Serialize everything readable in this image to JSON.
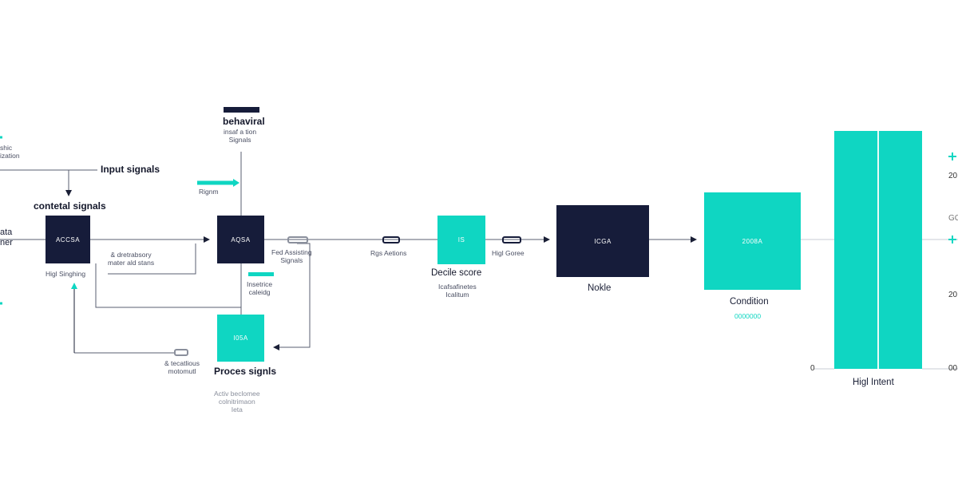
{
  "nodes": {
    "aqsa_left": "ACCSA",
    "aqsa_center": "AQSA",
    "proc_box": "I05A",
    "decile_box": "IS",
    "navy_right": "ICGA",
    "teal_big": "2008A"
  },
  "labels": {
    "left_edge_top": "shic\nization",
    "left_edge_mid": "ata\nner",
    "input_signals": "Input signals",
    "contextual_signals": "contetal signals",
    "behavioral_title": "behaviral",
    "behavioral_sub": "insaf a tion\nSignals",
    "signal_small": "Rignm",
    "mid_note": "& dretrabsory\nmater ald stans",
    "high_signaling": "Higl Singhing",
    "feed_assisting": "Fed Assisting\nSignals",
    "teal_chip_label": "Insetrice\ncaleidg",
    "bar_actions": "Rgs Aetions",
    "high_score": "Higl Goree",
    "decile_score": "Decile score",
    "decile_sub": "Icafsafinetes\nIcalitum",
    "process_signals": "Proces signls",
    "process_sub": "Activ beclomee\ncolnitrimaon\nIeta",
    "feedback_note": "& tecatlious\nmotomutl",
    "node_label": "Nokle",
    "condition": "Condition",
    "condition_value": "0000000",
    "high_intent": "Higl Intent",
    "axis_left_zero": "0",
    "axis_right_top": "20",
    "axis_right_mid": "GC",
    "axis_right_low": "20",
    "axis_right_zero": "00"
  },
  "colors": {
    "navy": "#161c3a",
    "teal": "#0fd6c2",
    "line": "#555a6b",
    "text": "#1a1f36"
  }
}
